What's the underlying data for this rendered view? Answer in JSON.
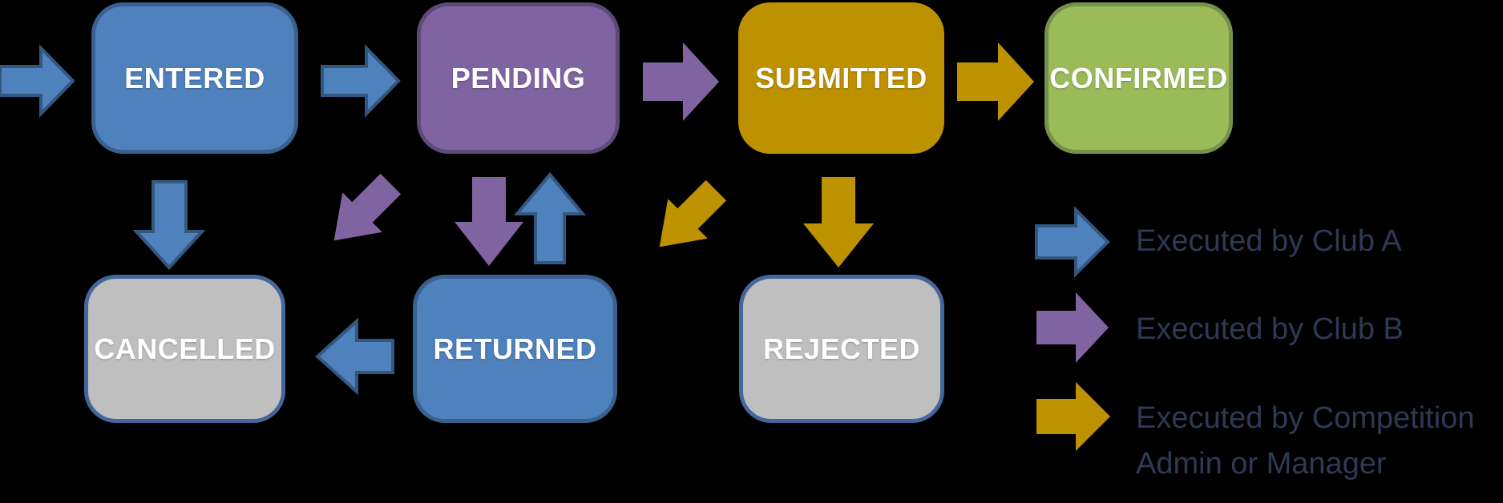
{
  "colors": {
    "club_a": "#4F81BD",
    "club_a_border": "#33587F",
    "club_b": "#8064A2",
    "admin": "#BD9100",
    "box_blue_border": "#386190",
    "box_purple_border": "#5E4A78",
    "confirmed_fill": "#9BBB59",
    "confirmed_border": "#75914B",
    "terminal_fill": "#BFBFBF",
    "terminal_border": "#44679B",
    "label_text": "#FFFFFF",
    "legend_text": "#2E3A54",
    "background": "#000000"
  },
  "states": {
    "entered": {
      "label": "ENTERED"
    },
    "pending": {
      "label": "PENDING"
    },
    "submitted": {
      "label": "SUBMITTED"
    },
    "confirmed": {
      "label": "CONFIRMED"
    },
    "cancelled": {
      "label": "CANCELLED"
    },
    "returned": {
      "label": "RETURNED"
    },
    "rejected": {
      "label": "REJECTED"
    }
  },
  "transitions": [
    {
      "from": "start",
      "to": "entered",
      "actor": "club_a"
    },
    {
      "from": "entered",
      "to": "pending",
      "actor": "club_a"
    },
    {
      "from": "pending",
      "to": "submitted",
      "actor": "club_b"
    },
    {
      "from": "submitted",
      "to": "confirmed",
      "actor": "admin"
    },
    {
      "from": "entered",
      "to": "cancelled",
      "actor": "club_a"
    },
    {
      "from": "pending",
      "to": "cancelled",
      "actor": "club_b"
    },
    {
      "from": "pending",
      "to": "returned",
      "actor": "club_b"
    },
    {
      "from": "returned",
      "to": "pending",
      "actor": "club_a"
    },
    {
      "from": "submitted",
      "to": "returned",
      "actor": "admin"
    },
    {
      "from": "submitted",
      "to": "rejected",
      "actor": "admin"
    },
    {
      "from": "returned",
      "to": "cancelled",
      "actor": "club_a"
    }
  ],
  "legend": {
    "club_a": {
      "label": "Executed by Club A"
    },
    "club_b": {
      "label": "Executed by Club B"
    },
    "admin": {
      "label": "Executed by Competition Admin or Manager"
    }
  }
}
